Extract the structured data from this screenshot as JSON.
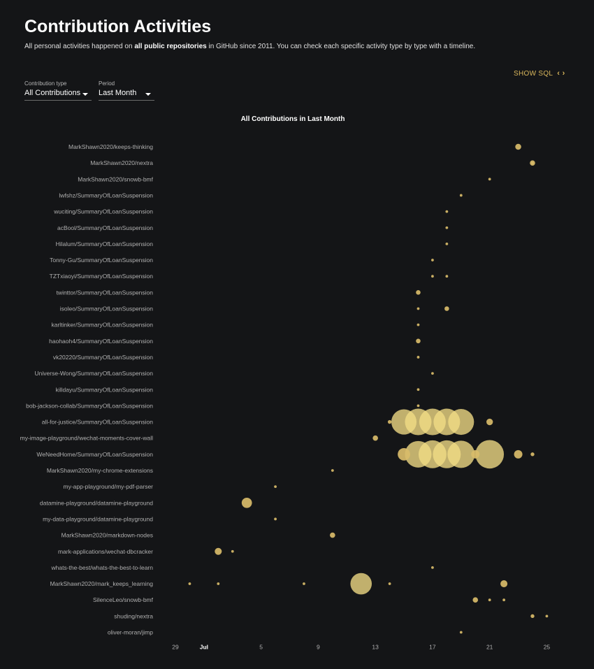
{
  "header": {
    "title": "Contribution Activities",
    "subtitle_pre": "All personal activities happened on ",
    "subtitle_bold": "all public repositories",
    "subtitle_post": " in GitHub since 2011. You can check each specific activity type by type with a timeline."
  },
  "controls": {
    "show_sql_label": "SHOW SQL",
    "show_sql_icon": "code-brackets-icon",
    "contribution_type": {
      "label": "Contribution type",
      "value": "All Contributions"
    },
    "period": {
      "label": "Period",
      "value": "Last Month"
    }
  },
  "colors": {
    "bubble": "#d9bc6a",
    "bubble_highlight": "#f2dc85",
    "accent": "#d9b75c",
    "background": "#141517"
  },
  "chart_data": {
    "type": "scatter",
    "title": "All Contributions in Last Month",
    "xlabel": "",
    "ylabel": "",
    "x_ticks": [
      {
        "label": "29",
        "day": -2,
        "major": false
      },
      {
        "label": "Jul",
        "day": 0,
        "major": true
      },
      {
        "label": "5",
        "day": 4,
        "major": false
      },
      {
        "label": "9",
        "day": 8,
        "major": false
      },
      {
        "label": "13",
        "day": 12,
        "major": false
      },
      {
        "label": "17",
        "day": 16,
        "major": false
      },
      {
        "label": "21",
        "day": 20,
        "major": false
      },
      {
        "label": "25",
        "day": 24,
        "major": false
      }
    ],
    "x_range_days": [
      -2,
      24
    ],
    "repositories": [
      "MarkShawn2020/keeps-thinking",
      "MarkShawn2020/nextra",
      "MarkShawn2020/snowb-bmf",
      "lwfshz/SummaryOfLoanSuspension",
      "wuciting/SummaryOfLoanSuspension",
      "acBool/SummaryOfLoanSuspension",
      "Hilalum/SummaryOfLoanSuspension",
      "Tonny-Gu/SummaryOfLoanSuspension",
      "TZTxiaoyi/SummaryOfLoanSuspension",
      "twinttor/SummaryOfLoanSuspension",
      "isoleo/SummaryOfLoanSuspension",
      "karltinker/SummaryOfLoanSuspension",
      "haohaoh4/SummaryOfLoanSuspension",
      "vk20220/SummaryOfLoanSuspension",
      "Universe-Wong/SummaryOfLoanSuspension",
      "killdayu/SummaryOfLoanSuspension",
      "bob-jackson-collab/SummaryOfLoanSuspension",
      "all-for-justice/SummaryOfLoanSuspension",
      "my-image-playground/wechat-moments-cover-wall",
      "WeNeedHome/SummaryOfLoanSuspension",
      "MarkShawn2020/my-chrome-extensions",
      "my-app-playground/my-pdf-parser",
      "datamine-playground/datamine-playground",
      "my-data-playground/datamine-playground",
      "MarkShawn2020/markdown-nodes",
      "mark-applications/wechat-dbcracker",
      "whats-the-best/whats-the-best-to-learn",
      "MarkShawn2020/mark_keeps_learning",
      "SilenceLeo/snowb-bmf",
      "shuding/nextra",
      "oliver-moran/jimp"
    ],
    "points": [
      {
        "repo": 0,
        "day": 22,
        "size": 5
      },
      {
        "repo": 1,
        "day": 23,
        "size": 4
      },
      {
        "repo": 1,
        "day": 23,
        "size": 1
      },
      {
        "repo": 2,
        "day": 20,
        "size": 1
      },
      {
        "repo": 3,
        "day": 18,
        "size": 1
      },
      {
        "repo": 4,
        "day": 17,
        "size": 1
      },
      {
        "repo": 5,
        "day": 17,
        "size": 1
      },
      {
        "repo": 6,
        "day": 17,
        "size": 1
      },
      {
        "repo": 7,
        "day": 16,
        "size": 1
      },
      {
        "repo": 8,
        "day": 16,
        "size": 1
      },
      {
        "repo": 8,
        "day": 17,
        "size": 1
      },
      {
        "repo": 9,
        "day": 15,
        "size": 3
      },
      {
        "repo": 10,
        "day": 15,
        "size": 1
      },
      {
        "repo": 10,
        "day": 17,
        "size": 3
      },
      {
        "repo": 11,
        "day": 15,
        "size": 1
      },
      {
        "repo": 12,
        "day": 15,
        "size": 3
      },
      {
        "repo": 13,
        "day": 15,
        "size": 1
      },
      {
        "repo": 14,
        "day": 16,
        "size": 1
      },
      {
        "repo": 15,
        "day": 15,
        "size": 1
      },
      {
        "repo": 16,
        "day": 15,
        "size": 1
      },
      {
        "repo": 17,
        "day": 13,
        "size": 2
      },
      {
        "repo": 17,
        "day": 14,
        "size": 90
      },
      {
        "repo": 17,
        "day": 15,
        "size": 100
      },
      {
        "repo": 17,
        "day": 16,
        "size": 100
      },
      {
        "repo": 17,
        "day": 17,
        "size": 100
      },
      {
        "repo": 17,
        "day": 18,
        "size": 95
      },
      {
        "repo": 17,
        "day": 20,
        "size": 6
      },
      {
        "repo": 18,
        "day": 12,
        "size": 4
      },
      {
        "repo": 19,
        "day": 14,
        "size": 22
      },
      {
        "repo": 19,
        "day": 15,
        "size": 100
      },
      {
        "repo": 19,
        "day": 16,
        "size": 110
      },
      {
        "repo": 19,
        "day": 17,
        "size": 110
      },
      {
        "repo": 19,
        "day": 18,
        "size": 105
      },
      {
        "repo": 19,
        "day": 19,
        "size": 10
      },
      {
        "repo": 19,
        "day": 20,
        "size": 115
      },
      {
        "repo": 19,
        "day": 22,
        "size": 10
      },
      {
        "repo": 19,
        "day": 23,
        "size": 2
      },
      {
        "repo": 20,
        "day": 9,
        "size": 1
      },
      {
        "repo": 21,
        "day": 5,
        "size": 1
      },
      {
        "repo": 22,
        "day": 3,
        "size": 15
      },
      {
        "repo": 23,
        "day": 5,
        "size": 1
      },
      {
        "repo": 24,
        "day": 9,
        "size": 4
      },
      {
        "repo": 25,
        "day": 1,
        "size": 7
      },
      {
        "repo": 25,
        "day": 2,
        "size": 1
      },
      {
        "repo": 26,
        "day": 16,
        "size": 1
      },
      {
        "repo": 27,
        "day": -1,
        "size": 1
      },
      {
        "repo": 27,
        "day": 1,
        "size": 1
      },
      {
        "repo": 27,
        "day": 7,
        "size": 1
      },
      {
        "repo": 27,
        "day": 11,
        "size": 65
      },
      {
        "repo": 27,
        "day": 13,
        "size": 1
      },
      {
        "repo": 27,
        "day": 21,
        "size": 7
      },
      {
        "repo": 28,
        "day": 19,
        "size": 4
      },
      {
        "repo": 28,
        "day": 20,
        "size": 1
      },
      {
        "repo": 28,
        "day": 21,
        "size": 1
      },
      {
        "repo": 29,
        "day": 23,
        "size": 2
      },
      {
        "repo": 29,
        "day": 24,
        "size": 1
      },
      {
        "repo": 30,
        "day": 18,
        "size": 1
      }
    ]
  }
}
